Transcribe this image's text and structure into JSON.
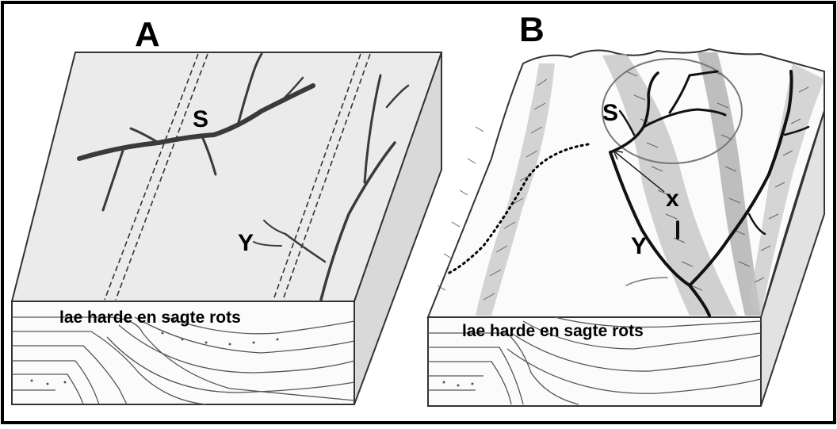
{
  "panels": [
    {
      "id": "A",
      "heading": "A",
      "labels": {
        "s": "S",
        "y": "Y"
      },
      "rock_label": "lae harde en sagte rots"
    },
    {
      "id": "B",
      "heading": "B",
      "labels": {
        "s": "S",
        "x": "x",
        "y": "Y"
      },
      "rock_label": "lae harde en sagte rots"
    }
  ]
}
